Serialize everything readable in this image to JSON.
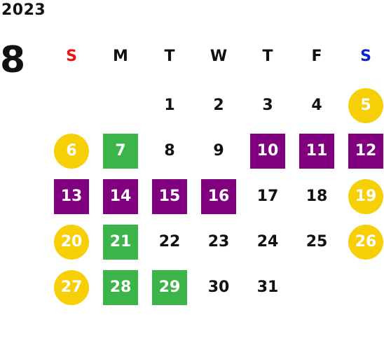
{
  "calendar": {
    "year": "2023",
    "month": "8",
    "colors": {
      "sunday_label": "#ee1111",
      "saturday_label": "#1122cc",
      "weekend_fill": "#f7cf06",
      "green_fill": "#3bb54a",
      "purple_fill": "#800080"
    },
    "weekdays": [
      {
        "label": "S",
        "color": "#ee1111"
      },
      {
        "label": "M",
        "color": "#111111"
      },
      {
        "label": "T",
        "color": "#111111"
      },
      {
        "label": "W",
        "color": "#111111"
      },
      {
        "label": "T",
        "color": "#111111"
      },
      {
        "label": "F",
        "color": "#111111"
      },
      {
        "label": "S",
        "color": "#1122cc"
      }
    ],
    "weeks": [
      [
        {
          "day": "",
          "style": "empty"
        },
        {
          "day": "",
          "style": "empty"
        },
        {
          "day": "1",
          "style": "normal"
        },
        {
          "day": "2",
          "style": "normal"
        },
        {
          "day": "3",
          "style": "normal"
        },
        {
          "day": "4",
          "style": "normal"
        },
        {
          "day": "5",
          "style": "weekend"
        }
      ],
      [
        {
          "day": "6",
          "style": "weekend"
        },
        {
          "day": "7",
          "style": "green"
        },
        {
          "day": "8",
          "style": "normal"
        },
        {
          "day": "9",
          "style": "normal"
        },
        {
          "day": "10",
          "style": "purple"
        },
        {
          "day": "11",
          "style": "purple"
        },
        {
          "day": "12",
          "style": "purple"
        }
      ],
      [
        {
          "day": "13",
          "style": "purple"
        },
        {
          "day": "14",
          "style": "purple"
        },
        {
          "day": "15",
          "style": "purple"
        },
        {
          "day": "16",
          "style": "purple"
        },
        {
          "day": "17",
          "style": "normal"
        },
        {
          "day": "18",
          "style": "normal"
        },
        {
          "day": "19",
          "style": "weekend"
        }
      ],
      [
        {
          "day": "20",
          "style": "weekend"
        },
        {
          "day": "21",
          "style": "green"
        },
        {
          "day": "22",
          "style": "normal"
        },
        {
          "day": "23",
          "style": "normal"
        },
        {
          "day": "24",
          "style": "normal"
        },
        {
          "day": "25",
          "style": "normal"
        },
        {
          "day": "26",
          "style": "weekend"
        }
      ],
      [
        {
          "day": "27",
          "style": "weekend"
        },
        {
          "day": "28",
          "style": "green"
        },
        {
          "day": "29",
          "style": "green"
        },
        {
          "day": "30",
          "style": "normal"
        },
        {
          "day": "31",
          "style": "normal"
        },
        {
          "day": "",
          "style": "empty"
        },
        {
          "day": "",
          "style": "empty"
        }
      ]
    ]
  }
}
